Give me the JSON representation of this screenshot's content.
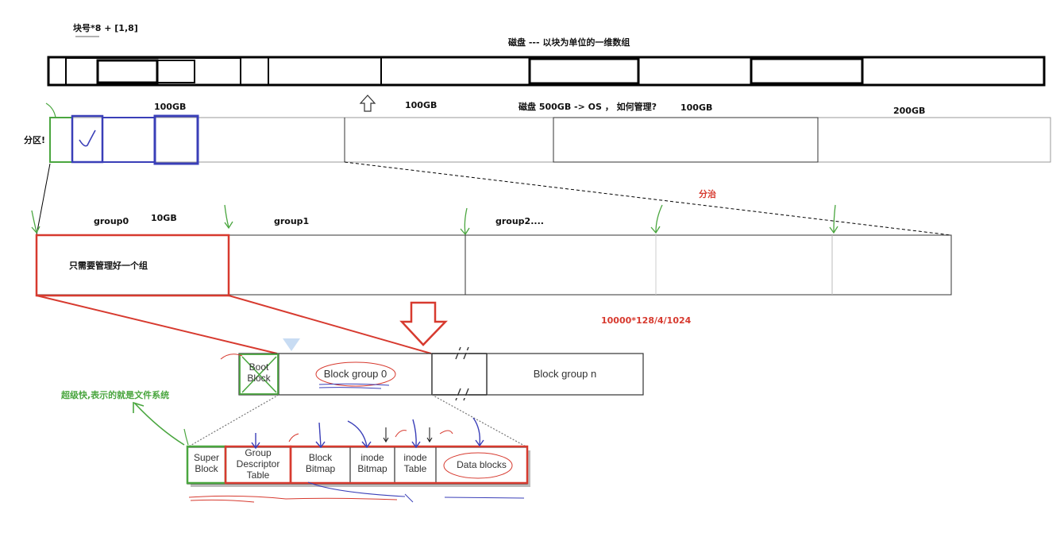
{
  "labels": {
    "block_formula": "块号*8 + [1,8]",
    "disk_title": "磁盘 --- 以块为单位的一维数组",
    "partition_left": "分区!",
    "p1_size": "100GB",
    "p2_size": "100GB",
    "disk_question": "磁盘   500GB -> OS ，  如何管理?",
    "p3_size": "100GB",
    "p4_size": "200GB",
    "divide": "分治",
    "group0": "group0",
    "group_size": "10GB",
    "group1": "group1",
    "group2": "group2....",
    "manage_one": "只需要管理好一个组",
    "calc": "10000*128/4/1024",
    "superblock_note": "超级快,表示的就是文件系统"
  },
  "layout1": {
    "boot_block_l1": "Boot",
    "boot_block_l2": "Block",
    "block_group_0": "Block group 0",
    "block_group_n": "Block group n"
  },
  "layout2": {
    "super_l1": "Super",
    "super_l2": "Block",
    "gdt_l1": "Group",
    "gdt_l2": "Descriptor",
    "gdt_l3": "Table",
    "bb_l1": "Block",
    "bb_l2": "Bitmap",
    "ib_l1": "inode",
    "ib_l2": "Bitmap",
    "it_l1": "inode",
    "it_l2": "Table",
    "data_blocks": "Data blocks"
  },
  "colors": {
    "red": "#d73a2f",
    "green": "#4aa63f",
    "blue": "#3a3fb8",
    "gray": "#555555"
  }
}
